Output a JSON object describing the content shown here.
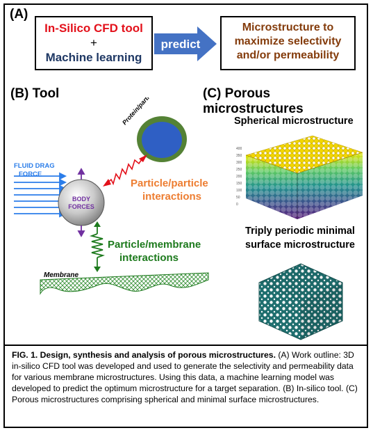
{
  "panel_a": {
    "label": "(A)",
    "left_box": {
      "line1": "In-Silico CFD tool",
      "plus": "+",
      "line2": "Machine learning"
    },
    "arrow_label": "predict",
    "right_box": {
      "line1": "Microstructure to",
      "line2": "maximize selectivity",
      "line3": "and/or permeability"
    }
  },
  "panel_b": {
    "label": "(B) Tool",
    "fluid_drag": {
      "line1": "FLUID DRAG",
      "line2": "FORCE"
    },
    "body_forces": {
      "line1": "BODY",
      "line2": "FORCES"
    },
    "protein_particle": "Protein/particle",
    "particle_particle": {
      "line1": "Particle/particle",
      "line2": "interactions"
    },
    "particle_membrane": {
      "line1": "Particle/membrane",
      "line2": "interactions"
    },
    "membrane": "Membrane"
  },
  "panel_c": {
    "label": "(C) Porous microstructures",
    "spherical_title": "Spherical microstructure",
    "tpms_title": {
      "line1": "Triply periodic minimal",
      "line2": "surface microstructure"
    },
    "axis_ticks": [
      "400",
      "350",
      "300",
      "250",
      "200",
      "150",
      "100",
      "50",
      "0"
    ]
  },
  "caption": {
    "bold": "FIG. 1. Design, synthesis and analysis of porous microstructures.",
    "text": " (A) Work outline: 3D in-silico CFD tool was developed and used to generate the selectivity and permeability data for various membrane microstructures. Using this data, a machine learning model was developed to predict the optimum microstructure for a target separation. (B) In-silico tool. (C) Porous microstructures comprising spherical and minimal surface microstructures."
  },
  "colors": {
    "red": "#e3101a",
    "navy": "#1f3864",
    "brown": "#843c0c",
    "arrow_blue": "#4472c4",
    "orange": "#ed7d31",
    "green": "#1d7a1d",
    "purple": "#7030a0",
    "particle_blue": "#2f5fc4",
    "particle_ring": "#548235",
    "teal": "#1f6f6f"
  }
}
